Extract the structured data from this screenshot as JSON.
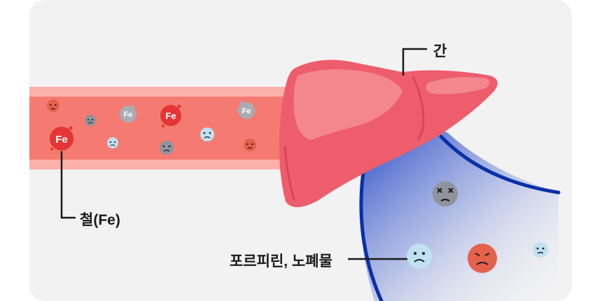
{
  "labels": {
    "liver": "간",
    "iron": "철(Fe)",
    "porphyrin_waste": "포르피린, 노폐물"
  },
  "fe_text": "Fe",
  "colors": {
    "panel_bg": "#f2f2f3",
    "vessel_outer": "#fbb0a9",
    "vessel_inner": "#f57b72",
    "liver_main": "#ee5d6c",
    "liver_light": "#f3868f",
    "liver_dark": "#d84659",
    "duct_line": "#0a2fa8",
    "iron_red": "#e53535",
    "iron_gray": "#a9acb3",
    "face_gray": "#8f939b",
    "face_light_blue": "#bfe1f1",
    "face_orange": "#e4614c"
  }
}
